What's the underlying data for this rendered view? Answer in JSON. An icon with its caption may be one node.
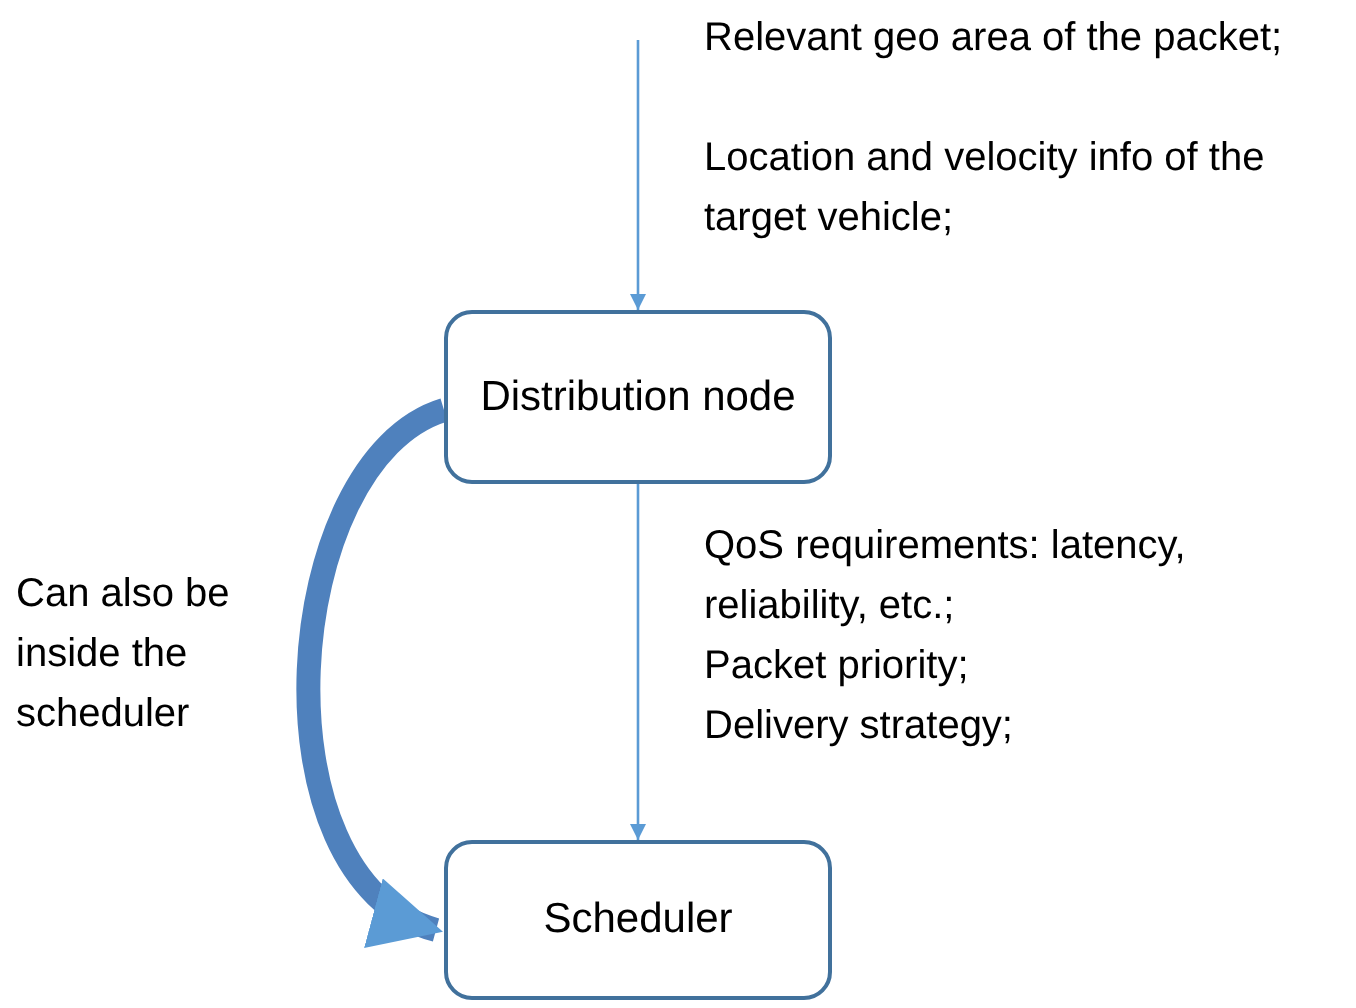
{
  "diagram": {
    "nodes": [
      {
        "text": [
          "Distribution node"
        ]
      },
      {
        "text": [
          "Scheduler"
        ]
      }
    ],
    "edges": [
      {
        "from": null,
        "to": 0,
        "arrow": "to"
      },
      {
        "from": 0,
        "to": 1,
        "arrow": "to"
      },
      {
        "from": 0,
        "to": 1,
        "arrow": "to",
        "label": "Can also be inside the scheduler",
        "style": "thick",
        "color": "#4f81bd"
      }
    ],
    "labels": [
      "Relevant geo area of the packet;",
      "Location and velocity info of the target vehicle;",
      "QoS requirements: latency, reliability, etc.;",
      "Packet priority;",
      "Delivery strategy;"
    ]
  }
}
